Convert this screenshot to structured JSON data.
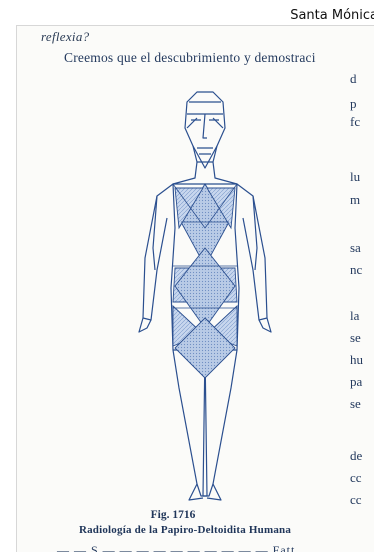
{
  "header": {
    "site_name": "Santa Mónica"
  },
  "page": {
    "top_line": "reflexia?",
    "lead_line": "Creemos que el descubrimiento y demostraci",
    "right_column": [
      "d",
      "p",
      "fc",
      "lu",
      "m",
      "sa",
      "nc",
      "la",
      "se",
      "hu",
      "pa",
      "se",
      "de",
      "cc",
      "cc"
    ],
    "bottom_line": "— — S — — — — — — — — — — Fatt"
  },
  "figure": {
    "number": "Fig. 1716",
    "title": "Radiología de la Papiro-Deltoidita Humana"
  },
  "colors": {
    "ink": "#2b4f8f",
    "shade": "#9db5d8",
    "text": "#243a5e"
  }
}
